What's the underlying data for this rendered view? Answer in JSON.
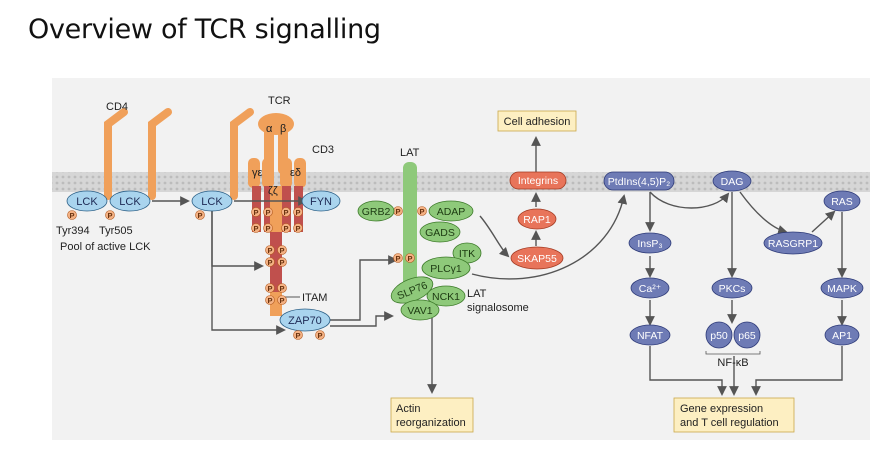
{
  "title": "Overview of TCR signalling",
  "labels": {
    "cd4": "CD4",
    "tcr": "TCR",
    "alpha": "α",
    "beta": "β",
    "cd3": "CD3",
    "gamma_eps_left": "γε",
    "zeta_zeta": "ζζ",
    "eps_delta": "εδ",
    "lat": "LAT",
    "itam": "ITAM",
    "tyr394": "Tyr394",
    "tyr505": "Tyr505",
    "pool": "Pool of active LCK",
    "lat_signalosome_1": "LAT",
    "lat_signalosome_2": "signalosome",
    "nfkb": "NF-κB",
    "phospho": "P"
  },
  "proteins": {
    "lck1": "LCK",
    "lck2": "LCK",
    "lck3": "LCK",
    "fyn": "FYN",
    "zap70": "ZAP70",
    "grb2": "GRB2",
    "adap": "ADAP",
    "gads": "GADS",
    "itk": "ITK",
    "plcg1": "PLCγ1",
    "slp76": "SLP76",
    "nck1": "NCK1",
    "vav1": "VAV1",
    "integrins": "Integrins",
    "rap1": "RAP1",
    "skap55": "SKAP55",
    "ptdins": "PtdIns(4,5)P₂",
    "dag": "DAG",
    "ras": "RAS",
    "insp3": "InsP₃",
    "rasgrp1": "RASGRP1",
    "ca": "Ca²⁺",
    "pkcs": "PKCs",
    "mapk": "MAPK",
    "nfat": "NFAT",
    "p50": "p50",
    "p65": "p65",
    "ap1": "AP1"
  },
  "boxes": {
    "cell_adhesion": "Cell adhesion",
    "actin_1": "Actin",
    "actin_2": "reorganization",
    "gene_1": "Gene expression",
    "gene_2": "and T cell regulation"
  },
  "colors": {
    "membrane": "#d4d4d4",
    "receptor_orange": "#f0a05a",
    "itam_red": "#c0504d",
    "kinase_blue": "#a9d4ee",
    "adaptor_green": "#8ec97a",
    "effector_red": "#e8745a",
    "lipid_navy": "#6e7bb5",
    "box_yellow": "#fdefc2",
    "phospho_orange": "#f4b183"
  }
}
